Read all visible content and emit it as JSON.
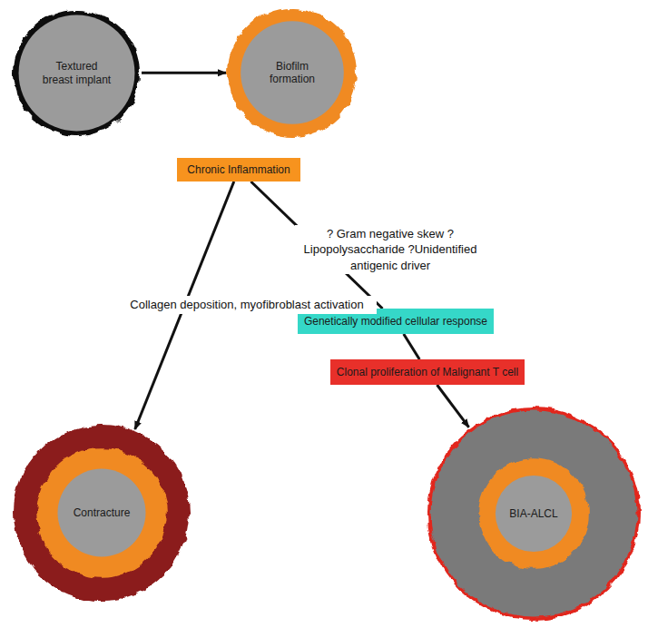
{
  "diagram": {
    "nodes": [
      {
        "text": [
          "Textured breast implant"
        ]
      },
      {
        "text": [
          "Biofilm formation"
        ]
      },
      {
        "text": [
          "Chronic Inflammation"
        ]
      },
      {
        "text": [
          "Genetically modified cellular response"
        ]
      },
      {
        "text": [
          "Clonal proliferation of Malignant T cell"
        ]
      },
      {
        "text": [
          "Contracture"
        ]
      },
      {
        "text": [
          "BIA-ALCL"
        ]
      }
    ],
    "edges": [
      {
        "from": 0,
        "to": 1,
        "arrow": "to"
      },
      {
        "from": 2,
        "to": 5,
        "label": "Collagen deposition, myofibroblast activation",
        "arrow": "to"
      },
      {
        "from": 2,
        "to": 3,
        "label": "? Gram negative skew ? Lipopolysaccharide ?Unidentified antigenic driver",
        "arrow": "none"
      },
      {
        "from": 3,
        "to": 4,
        "arrow": "none"
      },
      {
        "from": 4,
        "to": 6,
        "arrow": "to"
      }
    ]
  }
}
